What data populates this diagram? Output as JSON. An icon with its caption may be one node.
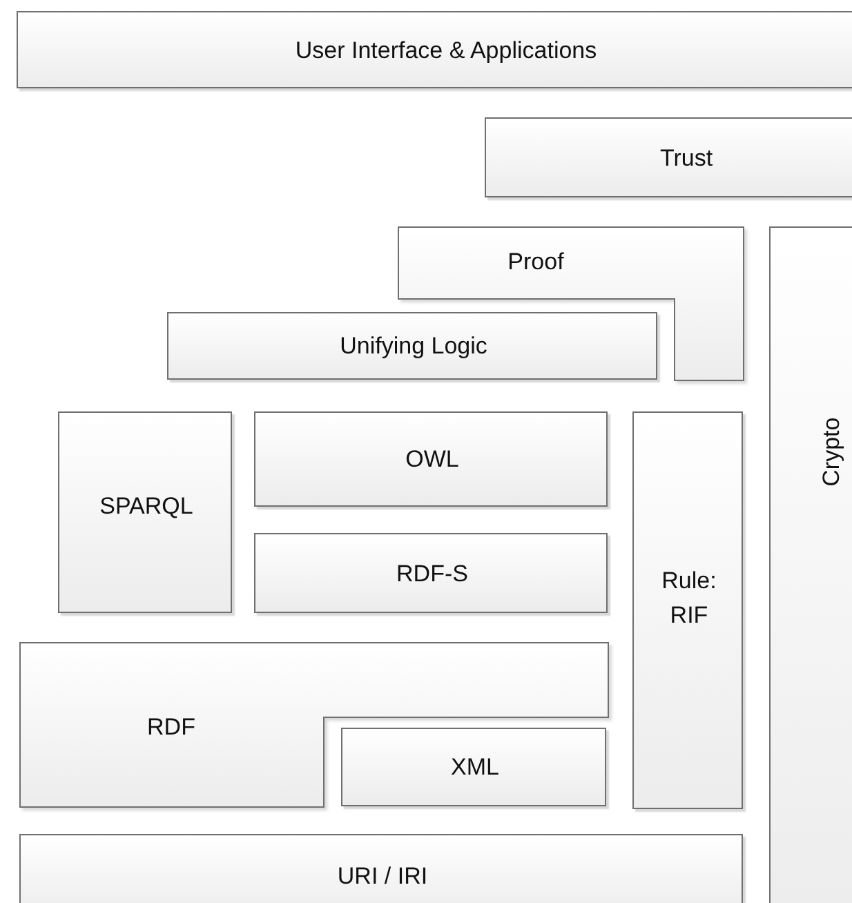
{
  "diagram": {
    "nodes": [
      {
        "text": [
          "User Interface & Applications"
        ]
      },
      {
        "text": [
          "Trust"
        ]
      },
      {
        "text": [
          "Proof"
        ]
      },
      {
        "text": [
          "Unifying Logic"
        ]
      },
      {
        "text": [
          "Crypto"
        ]
      },
      {
        "text": [
          "SPARQL"
        ]
      },
      {
        "text": [
          "OWL"
        ]
      },
      {
        "text": [
          "RDF-S"
        ]
      },
      {
        "text": [
          "Rule: RIF"
        ]
      },
      {
        "text": [
          "RDF"
        ]
      },
      {
        "text": [
          "XML"
        ]
      },
      {
        "text": [
          "URI / IRI"
        ]
      }
    ]
  }
}
